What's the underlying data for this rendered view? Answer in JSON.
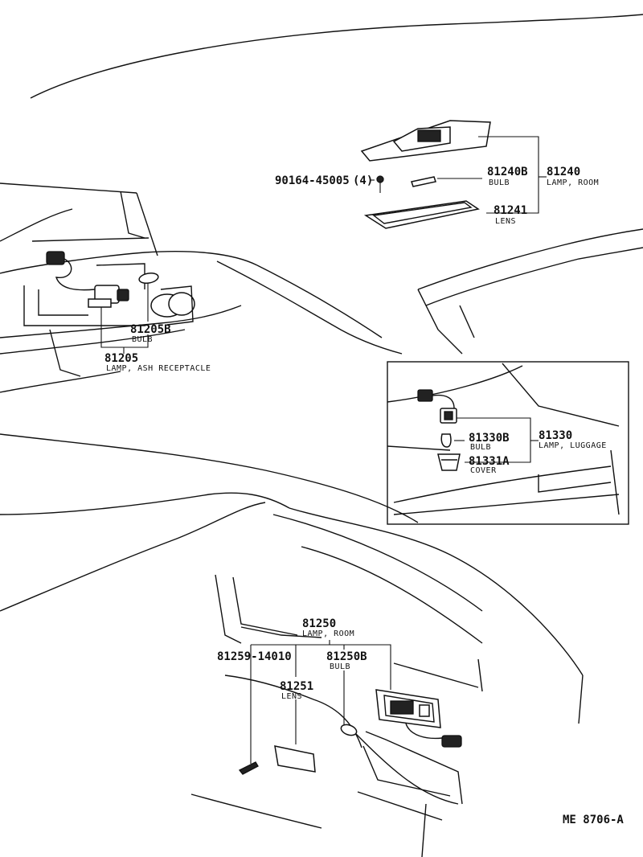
{
  "diagram_code": "ME 8706-A",
  "parts": {
    "screw_90164": {
      "number": "90164-45005",
      "qty": "(4)"
    },
    "bulb_81240B": {
      "number": "81240B",
      "name": "BULB"
    },
    "lamp_81240": {
      "number": "81240",
      "name": "LAMP, ROOM"
    },
    "lens_81241": {
      "number": "81241",
      "name": "LENS"
    },
    "bulb_81205B": {
      "number": "81205B",
      "name": "BULB"
    },
    "lamp_81205": {
      "number": "81205",
      "name": "LAMP, ASH RECEPTACLE"
    },
    "bulb_81330B": {
      "number": "81330B",
      "name": "BULB"
    },
    "lamp_81330": {
      "number": "81330",
      "name": "LAMP, LUGGAGE"
    },
    "cover_81331A": {
      "number": "81331A",
      "name": "COVER"
    },
    "lamp_81250": {
      "number": "81250",
      "name": "LAMP, ROOM"
    },
    "screw_81259": {
      "number": "81259-14010"
    },
    "bulb_81250B": {
      "number": "81250B",
      "name": "BULB"
    },
    "lens_81251": {
      "number": "81251",
      "name": "LENS"
    }
  }
}
